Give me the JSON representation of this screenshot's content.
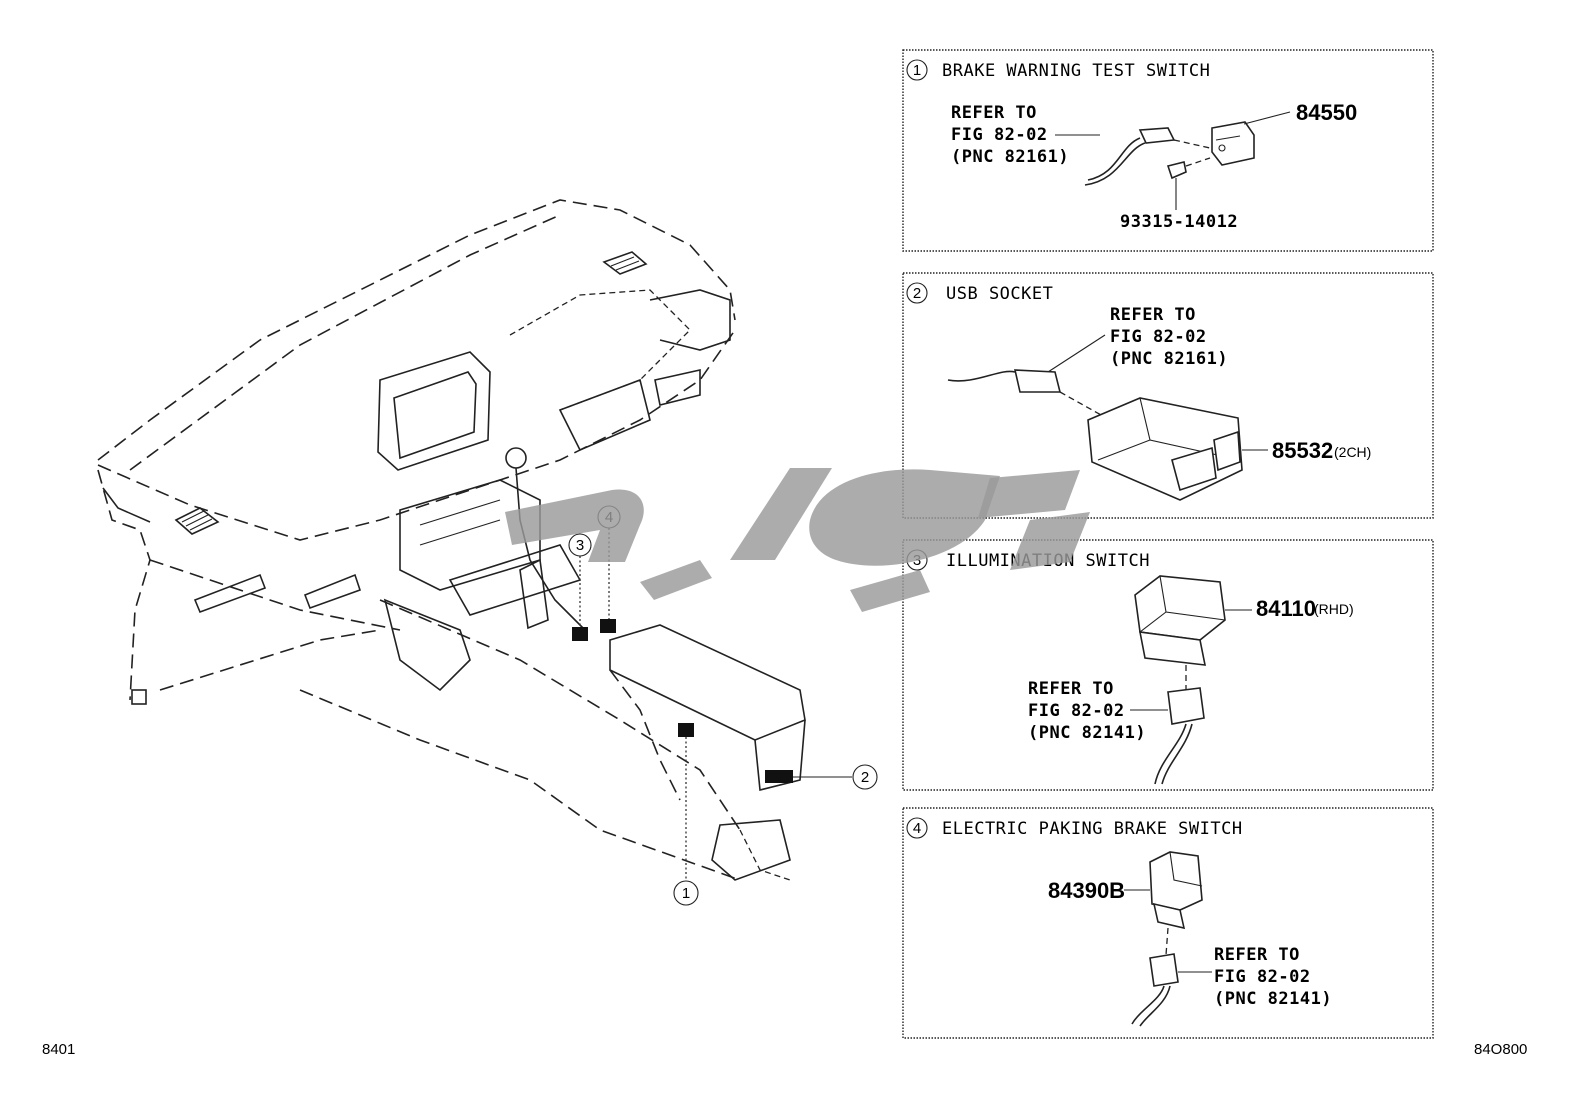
{
  "corners": {
    "left": "8401",
    "right": "84O800"
  },
  "main_callouts": [
    "1",
    "2",
    "3",
    "4"
  ],
  "boxes": [
    {
      "num": "1",
      "title": "BRAKE WARNING TEST SWITCH",
      "ref": [
        "REFER TO",
        "FIG 82-02",
        "(PNC 82161)"
      ],
      "parts": [
        {
          "number": "84550",
          "suffix": ""
        },
        {
          "number": "93315-14012",
          "suffix": ""
        }
      ]
    },
    {
      "num": "2",
      "title": "USB SOCKET",
      "ref": [
        "REFER TO",
        "FIG 82-02",
        "(PNC 82161)"
      ],
      "parts": [
        {
          "number": "85532",
          "suffix": "(2CH)"
        }
      ]
    },
    {
      "num": "3",
      "title": "ILLUMINATION SWITCH",
      "ref": [
        "REFER TO",
        "FIG 82-02",
        "(PNC 82141)"
      ],
      "parts": [
        {
          "number": "84110",
          "suffix": "(RHD)"
        }
      ]
    },
    {
      "num": "4",
      "title": "ELECTRIC PAKING BRAKE SWITCH",
      "ref": [
        "REFER TO",
        "FIG 82-02",
        "(PNC 82141)"
      ],
      "parts": [
        {
          "number": "84390B",
          "suffix": ""
        }
      ]
    }
  ]
}
